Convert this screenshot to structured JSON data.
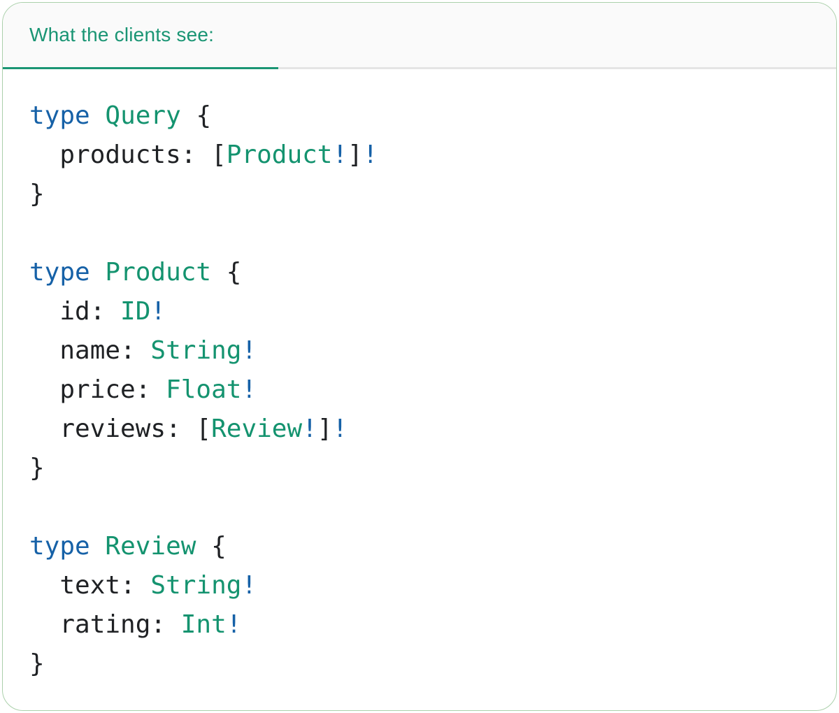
{
  "card": {
    "tab": {
      "label": "What the clients see:"
    },
    "colors": {
      "tab_text": "#1a9574",
      "tab_active_border": "#1a9574",
      "tab_divider": "#e4e4e4",
      "tab_bg": "#fafafa",
      "card_border": "#abd0ab",
      "card_bg": "#ffffff",
      "code_keyword": "#1661a7",
      "code_type": "#14936f",
      "code_bang": "#1661a7",
      "code_plain": "#1f2124"
    },
    "code": {
      "language": "graphql",
      "lines": [
        [
          {
            "t": "type",
            "c": "kw"
          },
          {
            "t": " ",
            "c": "plain"
          },
          {
            "t": "Query",
            "c": "type"
          },
          {
            "t": " {",
            "c": "plain"
          }
        ],
        [
          {
            "t": "  products: [",
            "c": "plain"
          },
          {
            "t": "Product",
            "c": "type"
          },
          {
            "t": "!",
            "c": "bang"
          },
          {
            "t": "]",
            "c": "plain"
          },
          {
            "t": "!",
            "c": "bang"
          }
        ],
        [
          {
            "t": "}",
            "c": "plain"
          }
        ],
        [],
        [
          {
            "t": "type",
            "c": "kw"
          },
          {
            "t": " ",
            "c": "plain"
          },
          {
            "t": "Product",
            "c": "type"
          },
          {
            "t": " {",
            "c": "plain"
          }
        ],
        [
          {
            "t": "  id: ",
            "c": "plain"
          },
          {
            "t": "ID",
            "c": "type"
          },
          {
            "t": "!",
            "c": "bang"
          }
        ],
        [
          {
            "t": "  name: ",
            "c": "plain"
          },
          {
            "t": "String",
            "c": "type"
          },
          {
            "t": "!",
            "c": "bang"
          }
        ],
        [
          {
            "t": "  price: ",
            "c": "plain"
          },
          {
            "t": "Float",
            "c": "type"
          },
          {
            "t": "!",
            "c": "bang"
          }
        ],
        [
          {
            "t": "  reviews: [",
            "c": "plain"
          },
          {
            "t": "Review",
            "c": "type"
          },
          {
            "t": "!",
            "c": "bang"
          },
          {
            "t": "]",
            "c": "plain"
          },
          {
            "t": "!",
            "c": "bang"
          }
        ],
        [
          {
            "t": "}",
            "c": "plain"
          }
        ],
        [],
        [
          {
            "t": "type",
            "c": "kw"
          },
          {
            "t": " ",
            "c": "plain"
          },
          {
            "t": "Review",
            "c": "type"
          },
          {
            "t": " {",
            "c": "plain"
          }
        ],
        [
          {
            "t": "  text: ",
            "c": "plain"
          },
          {
            "t": "String",
            "c": "type"
          },
          {
            "t": "!",
            "c": "bang"
          }
        ],
        [
          {
            "t": "  rating: ",
            "c": "plain"
          },
          {
            "t": "Int",
            "c": "type"
          },
          {
            "t": "!",
            "c": "bang"
          }
        ],
        [
          {
            "t": "}",
            "c": "plain"
          }
        ]
      ]
    }
  }
}
